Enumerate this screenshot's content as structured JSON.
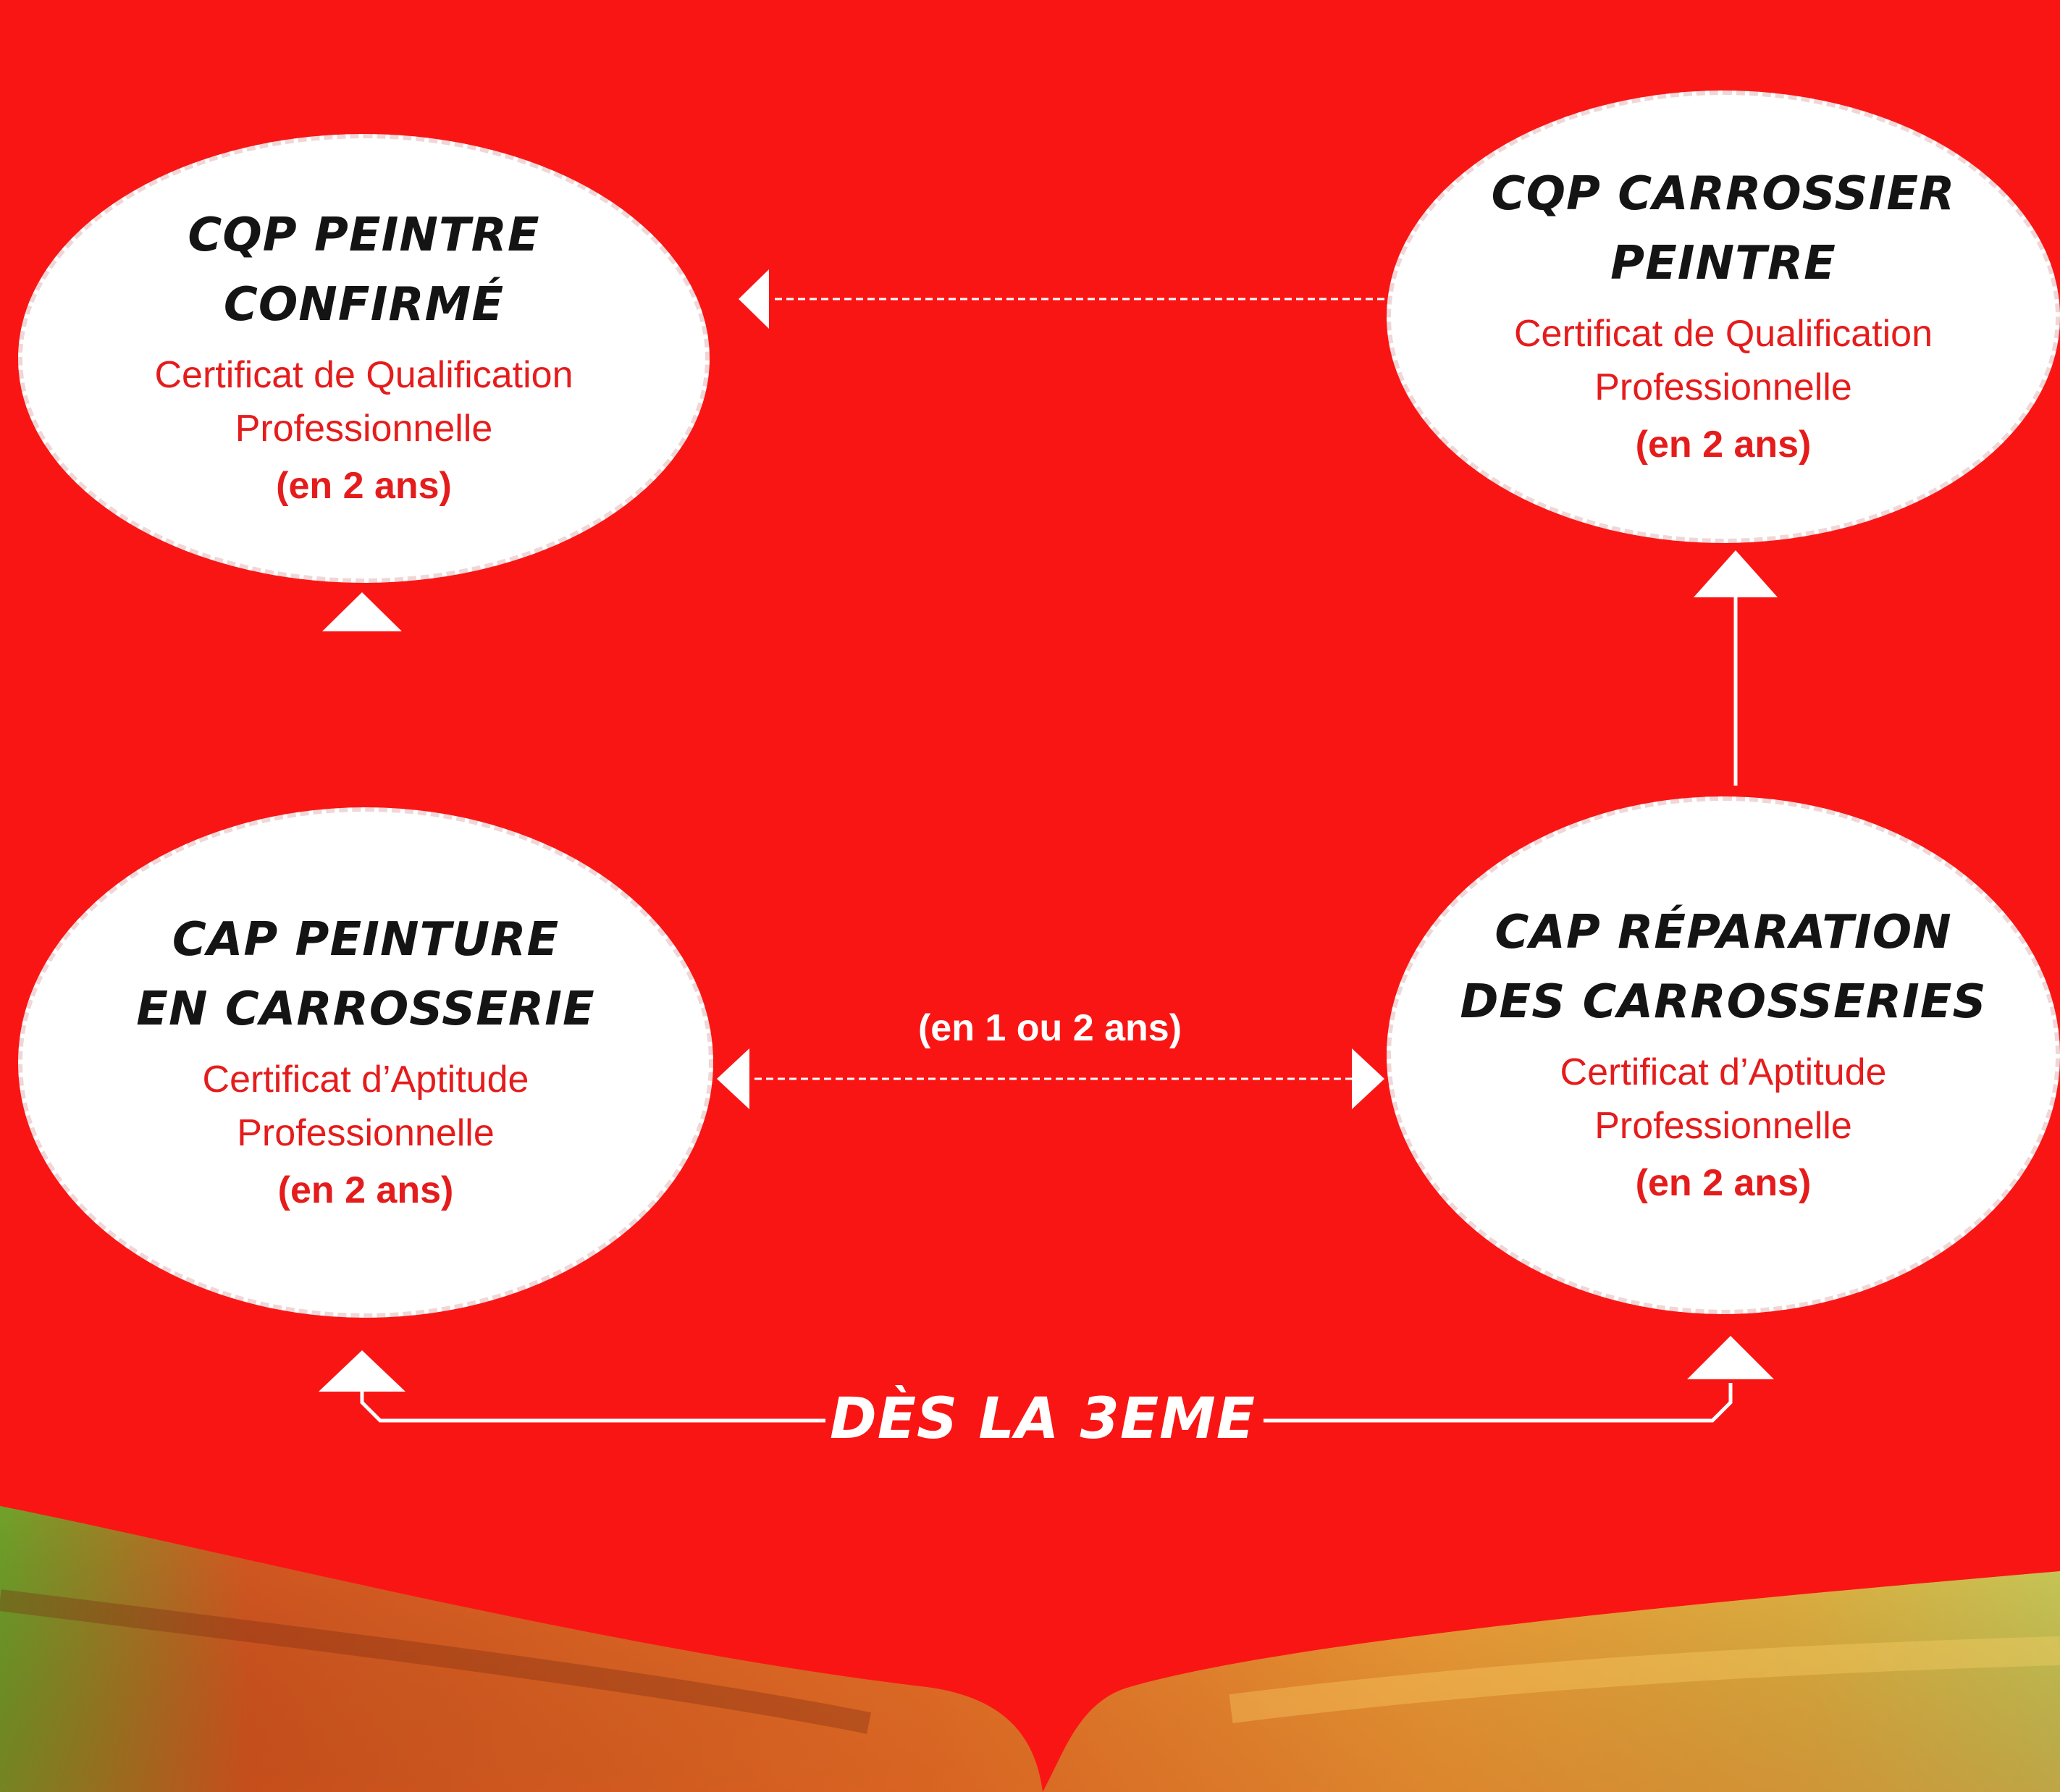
{
  "colors": {
    "background": "#fa1515",
    "bubble_fill": "#ffffff",
    "title_text": "#141414",
    "subtitle_text": "#e51c1c",
    "connector": "#ffffff"
  },
  "nodes": [
    {
      "title": "CQP PEINTRE\nCONFIRMÉ",
      "subtitle": "Certificat de Qualification\nProfessionnelle",
      "duration": "(en 2 ans)"
    },
    {
      "title": "CQP CARROSSIER\nPEINTRE",
      "subtitle": "Certificat de Qualification\nProfessionnelle",
      "duration": "(en 2 ans)"
    },
    {
      "title": "CAP PEINTURE\nEN CARROSSERIE",
      "subtitle": "Certificat d’Aptitude\nProfessionnelle",
      "duration": "(en 2 ans)"
    },
    {
      "title": "CAP RÉPARATION\nDES CARROSSERIES",
      "subtitle": "Certificat d’Aptitude\nProfessionnelle",
      "duration": "(en 2 ans)"
    }
  ],
  "connector_label": "(en 1 ou 2 ans)",
  "start_label": "DÈS LA 3EME"
}
